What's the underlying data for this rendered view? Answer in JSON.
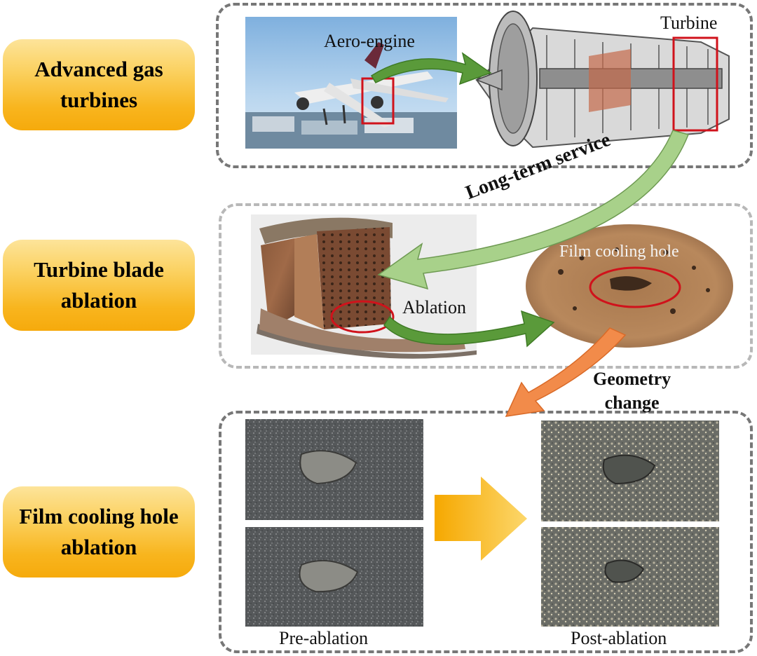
{
  "stages": [
    {
      "label": "Advanced gas\nturbines"
    },
    {
      "label": "Turbine blade\nablation"
    },
    {
      "label": "Film cooling hole\nablation"
    }
  ],
  "labels": {
    "aero_engine": "Aero-engine",
    "turbine": "Turbine",
    "long_term_service": "Long-term service",
    "ablation": "Ablation",
    "film_cooling_hole": "Film cooling hole",
    "geometry_change": "Geometry\nchange",
    "pre_ablation": "Pre-ablation",
    "post_ablation": "Post-ablation"
  },
  "colors": {
    "stage_fill": "#f8b51e",
    "highlight_box": "#d0121b",
    "arrow_dark_green": "#5a9a3a",
    "arrow_light_green": "#a8d18a",
    "arrow_orange": "#f28b4a",
    "arrow_yellow": "#f8b51e"
  },
  "icons": [
    "airplane-photo",
    "engine-cutaway",
    "turbine-blade-photo",
    "cooling-hole-closeup",
    "hole-surface-photo"
  ]
}
